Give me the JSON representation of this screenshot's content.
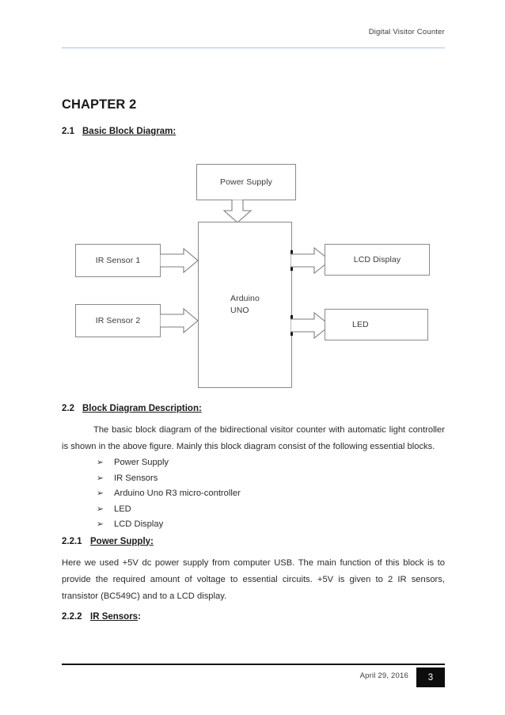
{
  "header": {
    "title": "Digital Visitor Counter",
    "rule_color": "#a9c1dd"
  },
  "chapter": {
    "title": "CHAPTER 2"
  },
  "sections": {
    "s21": {
      "number": "2.1",
      "title": "Basic Block Diagram:"
    },
    "s22": {
      "number": "2.2",
      "title": "Block Diagram Description:"
    },
    "s221": {
      "number": "2.2.1",
      "title": "Power Supply:"
    },
    "s222": {
      "number": "2.2.2",
      "title": "IR Sensors",
      "suffix": ":"
    }
  },
  "diagram": {
    "boxes": {
      "power_supply": "Power Supply",
      "arduino_line1": "Arduino",
      "arduino_line2": "UNO",
      "ir_sensor_1": "IR Sensor 1",
      "ir_sensor_2": "IR Sensor 2",
      "lcd_display": "LCD Display",
      "led": "LED"
    },
    "arrows": {
      "power_to_arduino": "down-arrow",
      "sensor1_to_arduino": "right-arrow",
      "sensor2_to_arduino": "right-arrow",
      "arduino_to_lcd": "right-arrow",
      "arduino_to_led": "right-arrow"
    },
    "border_color": "#8a8a8a"
  },
  "body": {
    "description_paragraph": "The basic block diagram of the bidirectional visitor counter with automatic light controller is shown in the above figure. Mainly this block diagram consist of the following essential blocks.",
    "bullet_glyph": "➢",
    "block_list": [
      "Power Supply",
      "IR Sensors",
      "Arduino Uno R3 micro-controller",
      "LED",
      "LCD Display"
    ],
    "power_supply_paragraph": "Here we used +5V dc power supply from computer USB. The main function of this block is to provide the required amount of voltage to essential circuits. +5V is given to 2 IR sensors, transistor (BC549C) and to a LCD display."
  },
  "footer": {
    "date": "April 29, 2016",
    "page_number": "3",
    "page_number_bg": "#0d0d0d"
  }
}
